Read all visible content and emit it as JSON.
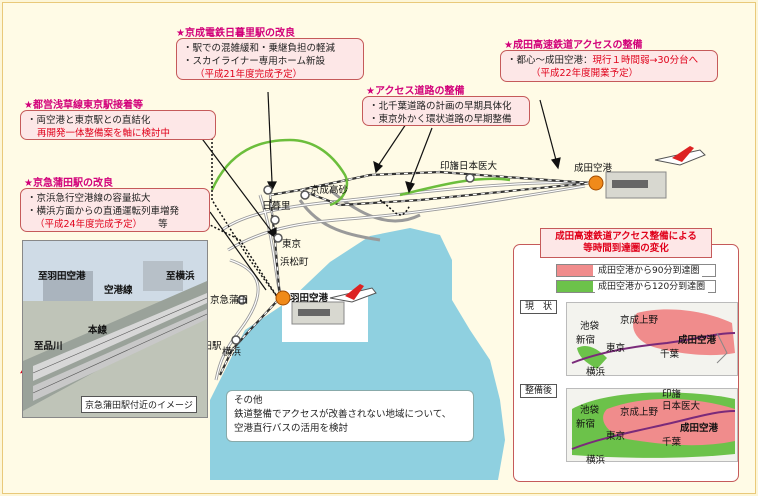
{
  "keisei_nippori": {
    "heading": "★京成電鉄日暮里駅の改良",
    "lines": [
      "・駅での混雑緩和・乗継負担の軽減",
      "・スカイライナー専用ホーム新設"
    ],
    "note": "（平成21年度完成予定）"
  },
  "narita_access_rail": {
    "heading": "★成田高速鉄道アクセスの整備",
    "line1_prefix": "・都心～成田空港：",
    "line1_red": "現行１時間弱→30分台へ",
    "note": "（平成22年度開業予定）"
  },
  "access_road": {
    "heading": "★アクセス道路の整備",
    "lines": [
      "・北千葉道路の計画の早期具体化",
      "・東京外かく環状道路の早期整備"
    ]
  },
  "asakusa_tokyo": {
    "heading": "★都営浅草線東京駅接着等",
    "line1": "・両空港と東京駅との直結化",
    "line2": "再開発一体整備案を軸に検討中"
  },
  "keikyu_kamata": {
    "heading": "★京急蒲田駅の改良",
    "lines": [
      "・京浜急行空港線の容量拡大",
      "・横浜方面からの直通運転列車増発"
    ],
    "note": "（平成24年度完成予定）",
    "suffix": "等"
  },
  "stations": {
    "nippori": "日暮里",
    "keisei_takasago": "京成高砂",
    "inba_nichi_idai": "印旛日本医大",
    "narita_airport": "成田空港",
    "tokyo": "東京",
    "hamamatsucho": "浜松町",
    "keikyu_kamata": "京急蒲田",
    "haneda_airport": "羽田空港",
    "keikyu_kamata_station": "京急蒲田駅",
    "yokohama": "横浜"
  },
  "photo": {
    "to_haneda": "至羽田空港",
    "to_yokohama": "至横浜",
    "airport_line": "空港線",
    "main_line": "本線",
    "to_shinagawa": "至品川",
    "caption": "京急蒲田駅付近のイメージ"
  },
  "other": {
    "title": "その他",
    "line1": "鉄道整備でアクセスが改善されない地域について、",
    "line2": "空港直行バスの活用を検討"
  },
  "isochrone": {
    "title_line1": "成田高速鉄道アクセス整備による",
    "title_line2": "等時間到達圏の変化",
    "legend_90": "成田空港から90分到達圏",
    "legend_120": "成田空港から120分到達圏",
    "current_tag": "現　状",
    "after_tag": "整備後",
    "color_90": "#f08c8c",
    "color_120": "#6cc24a",
    "current": {
      "ikebukuro": "池袋",
      "shinjuku": "新宿",
      "keisei_ueno": "京成上野",
      "tokyo": "東京",
      "chiba": "千葉",
      "narita": "成田空港",
      "yokohama": "横浜"
    },
    "after": {
      "inba": "印旛",
      "nichi_idai": "日本医大",
      "ikebukuro": "池袋",
      "shinjuku": "新宿",
      "keisei_ueno": "京成上野",
      "tokyo": "東京",
      "chiba": "千葉",
      "narita": "成田空港",
      "yokohama": "横浜"
    }
  }
}
